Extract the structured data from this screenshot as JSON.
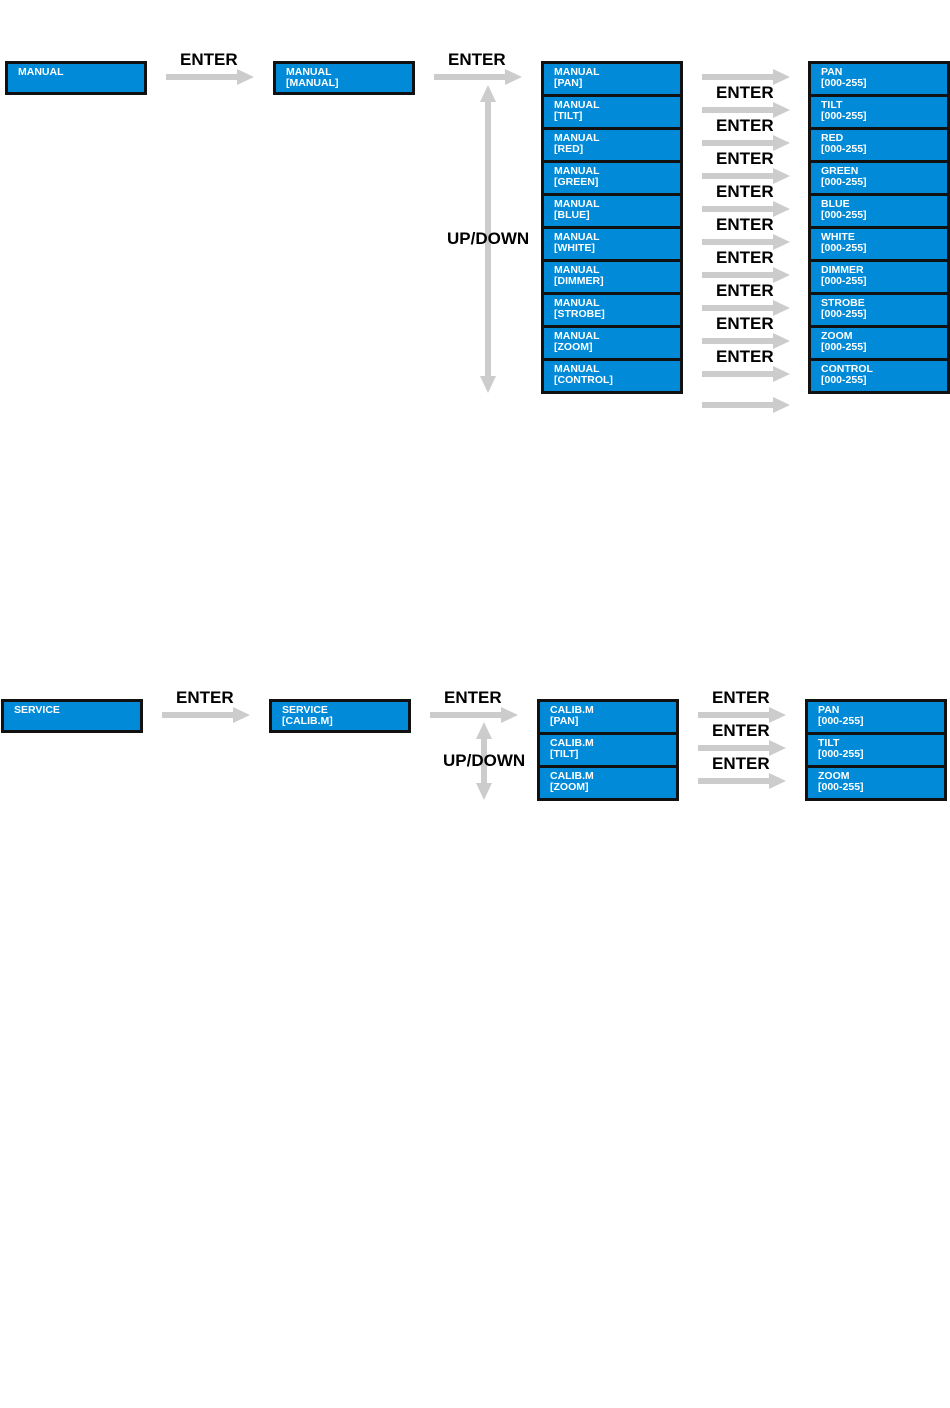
{
  "labels": {
    "enter": "ENTER",
    "updown": "UP/DOWN"
  },
  "colors": {
    "lcd": "#008ad8",
    "border": "#111111",
    "arrow": "#cccccc"
  },
  "manual": {
    "root": [
      "MANUAL"
    ],
    "menu": [
      "MANUAL",
      "[MANUAL]"
    ],
    "items": [
      [
        "MANUAL",
        "[PAN]"
      ],
      [
        "MANUAL",
        "[TILT]"
      ],
      [
        "MANUAL",
        "[RED]"
      ],
      [
        "MANUAL",
        "[GREEN]"
      ],
      [
        "MANUAL",
        "[BLUE]"
      ],
      [
        "MANUAL",
        "[WHITE]"
      ],
      [
        "MANUAL",
        "[DIMMER]"
      ],
      [
        "MANUAL",
        "[STROBE]"
      ],
      [
        "MANUAL",
        "[ZOOM]"
      ],
      [
        "MANUAL",
        "[CONTROL]"
      ]
    ],
    "values": [
      [
        "PAN",
        "[000-255]"
      ],
      [
        "TILT",
        "[000-255]"
      ],
      [
        "RED",
        "[000-255]"
      ],
      [
        "GREEN",
        "[000-255]"
      ],
      [
        "BLUE",
        "[000-255]"
      ],
      [
        "WHITE",
        "[000-255]"
      ],
      [
        "DIMMER",
        "[000-255]"
      ],
      [
        "STROBE",
        "[000-255]"
      ],
      [
        "ZOOM",
        "[000-255]"
      ],
      [
        "CONTROL",
        "[000-255]"
      ]
    ]
  },
  "service": {
    "root": [
      "SERVICE"
    ],
    "menu": [
      "SERVICE",
      "[CALIB.M]"
    ],
    "items": [
      [
        "CALIB.M",
        "[PAN]"
      ],
      [
        "CALIB.M",
        "[TILT]"
      ],
      [
        "CALIB.M",
        "[ZOOM]"
      ]
    ],
    "values": [
      [
        "PAN",
        "[000-255]"
      ],
      [
        "TILT",
        "[000-255]"
      ],
      [
        "ZOOM",
        "[000-255]"
      ]
    ]
  }
}
